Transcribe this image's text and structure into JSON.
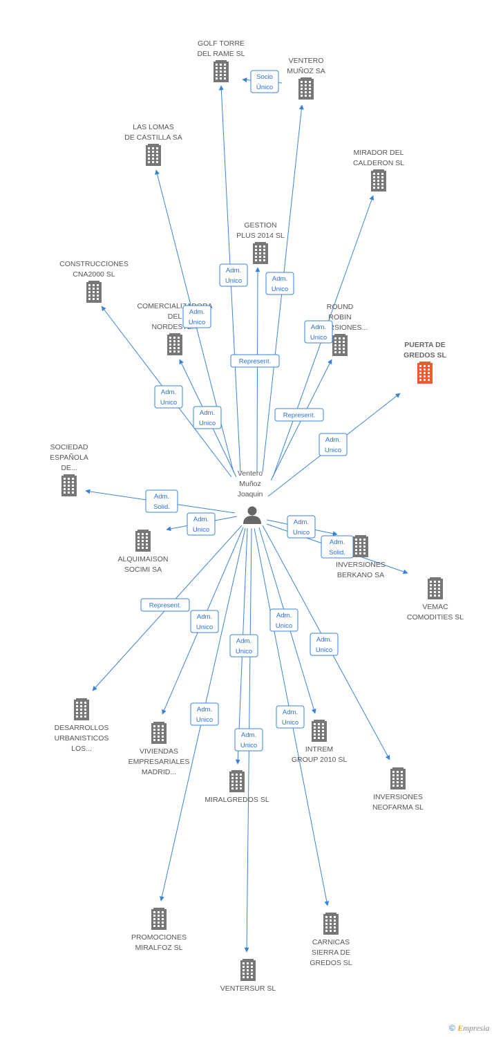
{
  "colors": {
    "edge": "#3a82d8",
    "building": "#777777",
    "focus": "#ee5a2e",
    "person": "#666666",
    "label": "#555555"
  },
  "center": {
    "name": [
      "Ventero",
      "Muñoz",
      "Joaquin"
    ]
  },
  "nodes": [
    {
      "id": "golf",
      "lines": [
        "GOLF TORRE",
        "DEL RAME SL"
      ]
    },
    {
      "id": "ventero_sa",
      "lines": [
        "VENTERO",
        "MUÑOZ SA"
      ]
    },
    {
      "id": "lomas",
      "lines": [
        "LAS LOMAS",
        "DE CASTILLA SA"
      ]
    },
    {
      "id": "mirador",
      "lines": [
        "MIRADOR DEL",
        "CALDERON SL"
      ]
    },
    {
      "id": "gestion",
      "lines": [
        "GESTION",
        "PLUS 2014  SL"
      ]
    },
    {
      "id": "cna",
      "lines": [
        "CONSTRUCCIONES",
        "CNA2000 SL"
      ]
    },
    {
      "id": "comercial",
      "lines": [
        "COMERCIALIZADORA",
        "DEL",
        "NORDESTE..."
      ]
    },
    {
      "id": "round",
      "lines": [
        "ROUND",
        "ROBIN",
        "INVERSIONES..."
      ]
    },
    {
      "id": "puerta",
      "lines": [
        "PUERTA DE",
        "GREDOS SL"
      ],
      "focus": true
    },
    {
      "id": "sociedad",
      "lines": [
        "SOCIEDAD",
        "ESPAÑOLA",
        "DE..."
      ]
    },
    {
      "id": "alquimaison",
      "lines": [
        "ALQUIMAISON",
        "SOCIMI SA"
      ]
    },
    {
      "id": "berkano",
      "lines": [
        "INVERSIONES",
        "BERKANO SA"
      ]
    },
    {
      "id": "vemac",
      "lines": [
        "VEMAC",
        "COMODITIES SL"
      ]
    },
    {
      "id": "desarrollos",
      "lines": [
        "DESARROLLOS",
        "URBANISTICOS",
        "LOS..."
      ]
    },
    {
      "id": "viviendas",
      "lines": [
        "VIVIENDAS",
        "EMPRESARIALES",
        "MADRID..."
      ]
    },
    {
      "id": "intrem",
      "lines": [
        "INTREM",
        "GROUP 2010 SL"
      ]
    },
    {
      "id": "miralgredos",
      "lines": [
        "MIRALGREDOS SL"
      ]
    },
    {
      "id": "neofarma",
      "lines": [
        "INVERSIONES",
        "NEOFARMA SL"
      ]
    },
    {
      "id": "miralfoz",
      "lines": [
        "PROMOCIONES",
        "MIRALFOZ SL"
      ]
    },
    {
      "id": "carnicas",
      "lines": [
        "CARNICAS",
        "SIERRA DE",
        "GREDOS SL"
      ]
    },
    {
      "id": "ventersur",
      "lines": [
        "VENTERSUR SL"
      ]
    }
  ],
  "edges": [
    {
      "to": "golf",
      "label": [
        "Adm.",
        "Unico"
      ]
    },
    {
      "to": "ventero_sa",
      "label": [
        "Adm.",
        "Unico"
      ]
    },
    {
      "to": "lomas",
      "label": [
        "Adm.",
        "Unico"
      ]
    },
    {
      "to": "mirador",
      "label": [
        "Adm.",
        "Unico"
      ]
    },
    {
      "to": "gestion",
      "label": [
        "Represent."
      ]
    },
    {
      "to": "cna",
      "label": [
        "Adm.",
        "Unico"
      ]
    },
    {
      "to": "comercial",
      "label": [
        "Adm.",
        "Unico"
      ]
    },
    {
      "to": "round",
      "label": [
        "Represent."
      ]
    },
    {
      "to": "puerta",
      "label": [
        "Adm.",
        "Unico"
      ]
    },
    {
      "to": "sociedad",
      "label": [
        "Adm.",
        "Solid."
      ]
    },
    {
      "to": "alquimaison",
      "label": [
        "Adm.",
        "Unico"
      ]
    },
    {
      "to": "berkano",
      "label": [
        "Adm.",
        "Unico"
      ]
    },
    {
      "to": "vemac",
      "label": [
        "Adm.",
        "Solid."
      ]
    },
    {
      "to": "desarrollos",
      "label": [
        "Represent."
      ]
    },
    {
      "to": "viviendas",
      "label": [
        "Adm.",
        "Unico"
      ]
    },
    {
      "to": "intrem",
      "label": [
        "Adm.",
        "Unico"
      ]
    },
    {
      "to": "miralgredos",
      "label": [
        "Adm.",
        "Unico"
      ]
    },
    {
      "to": "neofarma",
      "label": [
        "Adm.",
        "Unico"
      ]
    },
    {
      "to": "miralfoz",
      "label": [
        "Adm.",
        "Unico"
      ]
    },
    {
      "to": "carnicas",
      "label": [
        "Adm.",
        "Unico"
      ]
    },
    {
      "to": "ventersur",
      "label": [
        "Adm.",
        "Unico"
      ]
    }
  ],
  "side_link": {
    "from": "ventero_sa",
    "to": "golf",
    "label": [
      "Socio",
      "Único"
    ]
  },
  "footer": {
    "copyright": "©",
    "brand_first": "E",
    "brand_rest": "mpresia"
  }
}
